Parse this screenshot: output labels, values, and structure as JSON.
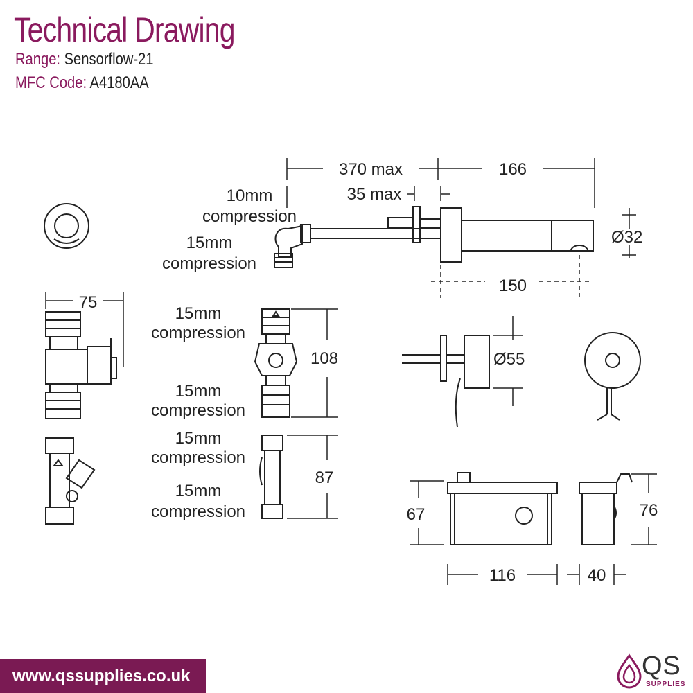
{
  "header": {
    "title": "Technical Drawing",
    "range_key": "Range:",
    "range_value": "Sensorflow-21",
    "mfc_key": "MFC Code:",
    "mfc_value": "A4180AA"
  },
  "labels": {
    "d370": "370 max",
    "d166": "166",
    "d35": "35 max",
    "d10mm_a": "10mm",
    "d10mm_b": "compression",
    "d15mm_top_a": "15mm",
    "d15mm_top_b": "compression",
    "d32": "Ø32",
    "d150": "150",
    "d75": "75",
    "v1_a": "15mm",
    "v1_b": "compression",
    "d108": "108",
    "v2_a": "15mm",
    "v2_b": "compression",
    "d55": "Ø55",
    "f1_a": "15mm",
    "f1_b": "compression",
    "d87": "87",
    "f2_a": "15mm",
    "f2_b": "compression",
    "d67": "67",
    "d76": "76",
    "d116": "116",
    "d40": "40"
  },
  "footer": {
    "url": "www.qssupplies.co.uk",
    "logo_main": "QS",
    "logo_sub": "SUPPLIES"
  },
  "colors": {
    "brand": "#8a1a5e",
    "footer_bg": "#7a1a53",
    "line": "#222222"
  }
}
